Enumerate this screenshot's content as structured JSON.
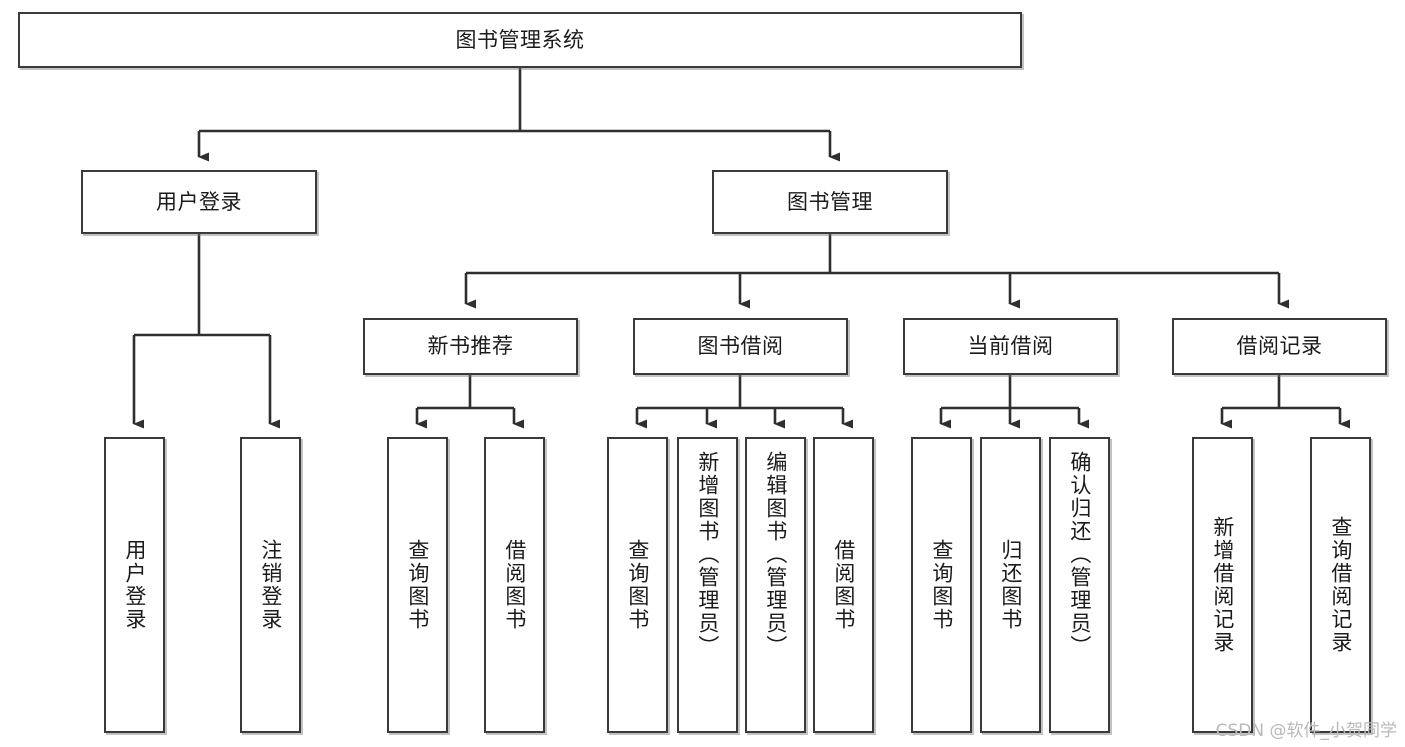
{
  "diagram": {
    "type": "tree",
    "title": "图书管理系统",
    "watermark": "CSDN @软件_小贺同学",
    "colors": {
      "box_border": "#3a3a3a",
      "box_fill": "#ffffff",
      "connector": "#2f2f2f",
      "watermark": "#b9b9b9",
      "background": "#ffffff"
    },
    "levels": {
      "root": {
        "label": "图书管理系统"
      },
      "level2": [
        {
          "label": "用户登录"
        },
        {
          "label": "图书管理"
        }
      ],
      "level3": [
        {
          "label": "新书推荐"
        },
        {
          "label": "图书借阅"
        },
        {
          "label": "当前借阅"
        },
        {
          "label": "借阅记录"
        }
      ],
      "leaves": [
        {
          "label": "用户登录",
          "parent": "用户登录"
        },
        {
          "label": "注销登录",
          "parent": "用户登录"
        },
        {
          "label": "查询图书",
          "parent": "新书推荐"
        },
        {
          "label": "借阅图书",
          "parent": "新书推荐"
        },
        {
          "label": "查询图书",
          "parent": "图书借阅"
        },
        {
          "label": "新增图书（管理员）",
          "parent": "图书借阅"
        },
        {
          "label": "编辑图书（管理员）",
          "parent": "图书借阅"
        },
        {
          "label": "借阅图书",
          "parent": "图书借阅"
        },
        {
          "label": "查询图书",
          "parent": "当前借阅"
        },
        {
          "label": "归还图书",
          "parent": "当前借阅"
        },
        {
          "label": "确认归还（管理员）",
          "parent": "当前借阅"
        },
        {
          "label": "新增借阅记录",
          "parent": "借阅记录"
        },
        {
          "label": "查询借阅记录",
          "parent": "借阅记录"
        }
      ]
    }
  }
}
